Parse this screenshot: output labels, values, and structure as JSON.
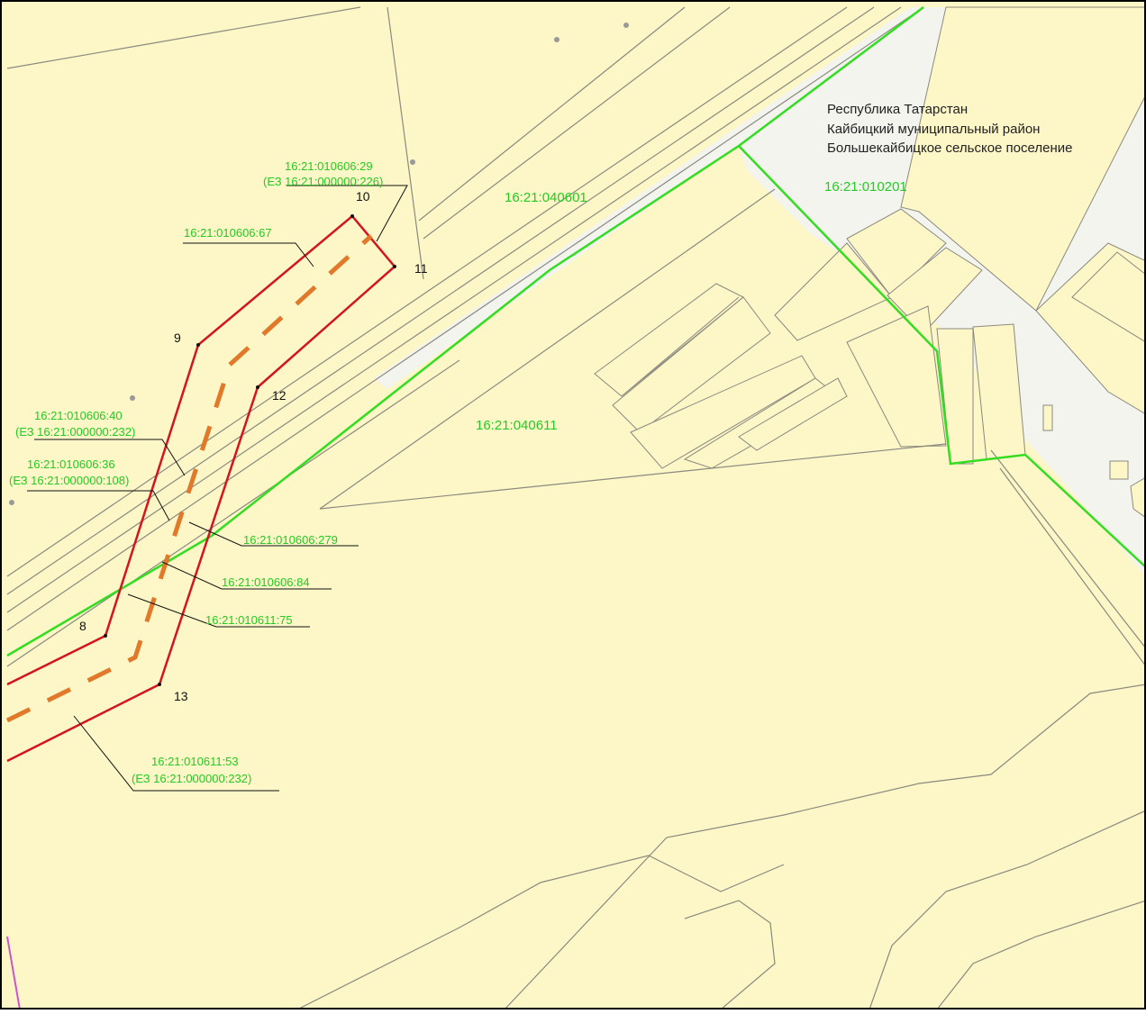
{
  "colors": {
    "land": "#fdf6c6",
    "road_white": "#f4f4ef",
    "boundary_green": "#33dd22",
    "red_contour": "#d4141e",
    "orange_axis": "#e07a2a",
    "thin_lines": "#8a8a80",
    "left_magenta": "#cc55cc"
  },
  "region": {
    "line1": "Республика Татарстан",
    "line2": "Кайбицкий муниципальный район",
    "line3": "Большекайбицкое сельское поселение"
  },
  "quarters": {
    "q040601": "16:21:040601",
    "q010201": "16:21:010201",
    "q040611": "16:21:040611"
  },
  "parcels": {
    "p29": "16:21:010606:29",
    "p29_ez": "(ЕЗ 16:21:000000:226)",
    "p67": "16:21:010606:67",
    "p40": "16:21:010606:40",
    "p40_ez": "(ЕЗ 16:21:000000:232)",
    "p36": "16:21:010606:36",
    "p36_ez": "(ЕЗ 16:21:000000:108)",
    "p279": "16:21:010606:279",
    "p84": "16:21:010606:84",
    "p75": "16:21:010611:75",
    "p53": "16:21:010611:53",
    "p53_ez": "(ЕЗ 16:21:000000:232)"
  },
  "points": {
    "pt8": "8",
    "pt9": "9",
    "pt10": "10",
    "pt11": "11",
    "pt12": "12",
    "pt13": "13"
  }
}
